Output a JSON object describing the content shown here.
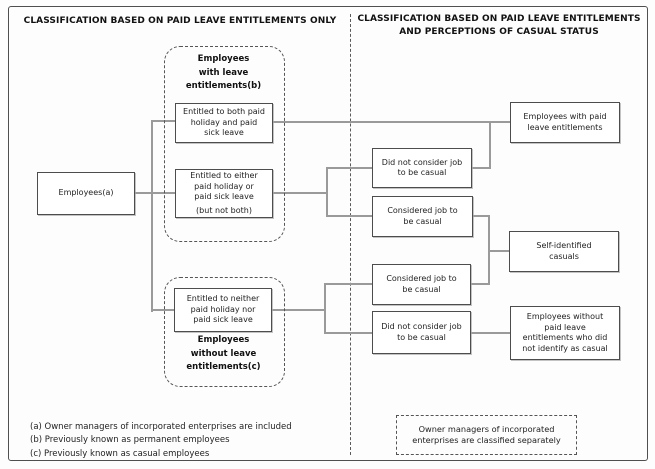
{
  "headers": {
    "left": "CLASSIFICATION BASED ON PAID LEAVE ENTITLEMENTS ONLY",
    "right": [
      "CLASSIFICATION BASED ON PAID LEAVE ENTITLEMENTS",
      "AND PERCEPTIONS OF CASUAL STATUS"
    ]
  },
  "groups": {
    "with_leave": {
      "lines": [
        "Employees",
        "with leave",
        "entitlements(b)"
      ]
    },
    "without_leave": {
      "lines": [
        "Employees",
        "without leave",
        "entitlements(c)"
      ]
    }
  },
  "nodes": {
    "employees": {
      "lines": [
        "Employees(a)"
      ]
    },
    "entitled_both": {
      "lines": [
        "Entitled to both paid",
        "holiday and paid",
        "sick leave"
      ]
    },
    "entitled_either": {
      "lines": [
        "Entitled to either",
        "paid holiday or",
        "paid sick leave",
        "(but not both)"
      ]
    },
    "entitled_neither": {
      "lines": [
        "Entitled to neither",
        "paid holiday nor",
        "paid sick leave"
      ]
    },
    "did_not_consider_top": {
      "lines": [
        "Did not consider job",
        "to be casual"
      ]
    },
    "considered_top": {
      "lines": [
        "Considered job to",
        "be casual"
      ]
    },
    "considered_bottom": {
      "lines": [
        "Considered job to",
        "be casual"
      ]
    },
    "did_not_consider_bottom": {
      "lines": [
        "Did not consider job",
        "to be casual"
      ]
    },
    "emp_with_paid": {
      "lines": [
        "Employees with paid",
        "leave entitlements"
      ]
    },
    "self_identified": {
      "lines": [
        "Self-identified",
        "casuals"
      ]
    },
    "emp_without_paid": {
      "lines": [
        "Employees without",
        "paid leave",
        "entitlements who did",
        "not identify as casual"
      ]
    }
  },
  "note_box": {
    "lines": [
      "Owner managers of incorporated",
      "enterprises are classified separately"
    ]
  },
  "footnotes": [
    "(a) Owner managers of incorporated enterprises are included",
    "(b) Previously known as permanent employees",
    "(c) Previously known as casual employees"
  ],
  "colors": {
    "box_border": "#4d4d4d",
    "connector": "#9a9a9a",
    "dashed": "#555555",
    "text": "#1f1f1f",
    "background": "#fdfdfd"
  }
}
